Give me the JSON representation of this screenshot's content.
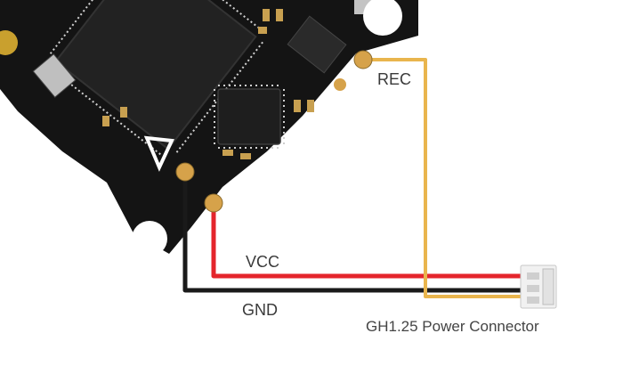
{
  "labels": {
    "rec": "REC",
    "vcc": "VCC",
    "gnd": "GND",
    "connector": "GH1.25 Power Connector"
  },
  "wires": [
    {
      "name": "rec-wire",
      "color": "#e9b54d"
    },
    {
      "name": "vcc-wire",
      "color": "#e4252c"
    },
    {
      "name": "gnd-wire",
      "color": "#1a1a1a"
    }
  ],
  "colors": {
    "board": "#141414",
    "pad": "#d6a24a",
    "chip": "#222222",
    "connector": "#f1f1f1"
  }
}
